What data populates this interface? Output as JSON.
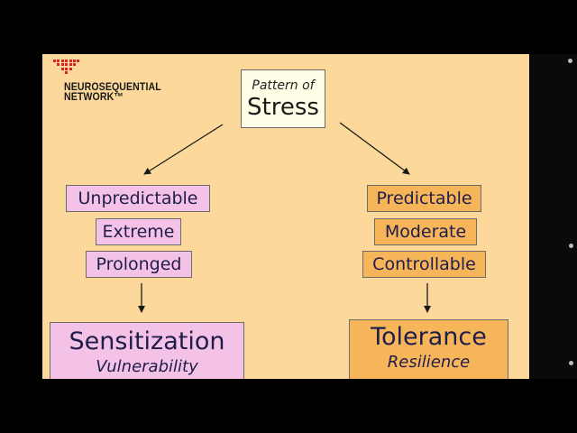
{
  "logo": {
    "line1": "NEUROSEQUENTIAL",
    "line2": "NETWORK™",
    "brand_color": "#d9232a"
  },
  "root": {
    "small": "Pattern of",
    "big": "Stress"
  },
  "left": {
    "items": [
      "Unpredictable",
      "Extreme",
      "Prolonged"
    ],
    "outcome": "Sensitization",
    "outcome_sub": "Vulnerability",
    "color": "#f4c2e6"
  },
  "right": {
    "items": [
      "Predictable",
      "Moderate",
      "Controllable"
    ],
    "outcome": "Tolerance",
    "outcome_sub": "Resilience",
    "color": "#f7b55a"
  },
  "colors": {
    "background": "#fcd99a",
    "text": "#1f1d4a",
    "root_fill": "#fffde6"
  }
}
